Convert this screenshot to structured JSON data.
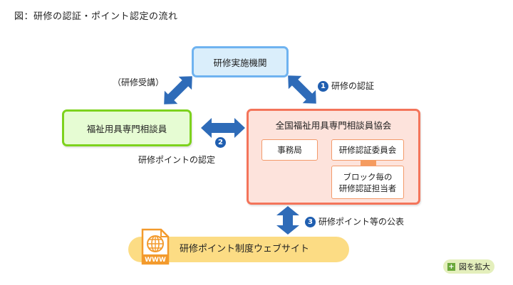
{
  "title": "図：研修の認証・ポイント認定の流れ",
  "nodes": {
    "institution": "研修実施機関",
    "counselor": "福祉用具専門相談員",
    "association": {
      "title": "全国福祉用具専門相談員協会",
      "office": "事務局",
      "committee": "研修認証委員会",
      "block_line1": "ブロック毎の",
      "block_line2": "研修認証担当者"
    },
    "website": "研修ポイント制度ウェブサイト"
  },
  "labels": {
    "training": "（研修受講）",
    "step1": {
      "number": "1",
      "text": "研修の認証"
    },
    "step2": {
      "number": "2",
      "text": "研修ポイントの認定"
    },
    "step3": {
      "number": "3",
      "text": "研修ポイント等の公表"
    }
  },
  "icons": {
    "website_icon": "www-globe-document-icon",
    "www_text": "WWW"
  },
  "enlarge_button": {
    "icon": "+",
    "label": "図を拡大"
  },
  "colors": {
    "arrow": "#2e6bb8",
    "badge": "#1f5eb0",
    "institution_border": "#6fb3f0",
    "counselor_border": "#7dd21d",
    "association_border": "#f4745a",
    "website_fill": "#fcdc84",
    "www_icon": "#f39a2c"
  }
}
